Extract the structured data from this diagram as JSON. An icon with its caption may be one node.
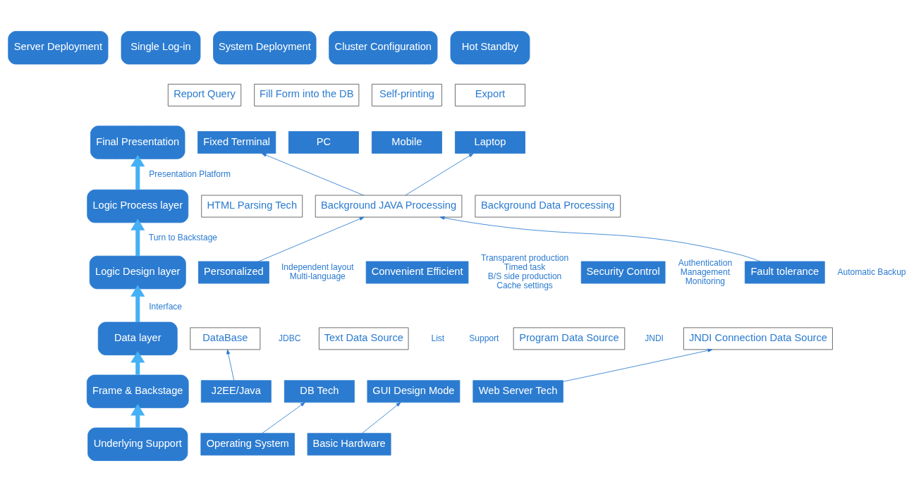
{
  "diagram": {
    "nodes": [
      {
        "text": [
          "Server Deployment"
        ]
      },
      {
        "text": [
          "Single Log-in"
        ]
      },
      {
        "text": [
          "System Deployment"
        ]
      },
      {
        "text": [
          "Cluster Configuration"
        ]
      },
      {
        "text": [
          "Hot Standby"
        ]
      },
      {
        "text": [
          "Final Presentation"
        ]
      },
      {
        "text": [
          "Report Query"
        ]
      },
      {
        "text": [
          "Fill Form into the DB"
        ]
      },
      {
        "text": [
          "Self-printing"
        ]
      },
      {
        "text": [
          "Export"
        ]
      },
      {
        "text": [
          "Fixed Terminal"
        ]
      },
      {
        "text": [
          "PC"
        ]
      },
      {
        "text": [
          "Mobile"
        ]
      },
      {
        "text": [
          "Laptop"
        ]
      },
      {
        "text": [
          "Logic Process layer"
        ]
      },
      {
        "text": [
          "HTML Parsing Tech"
        ]
      },
      {
        "text": [
          "Background JAVA Processing"
        ]
      },
      {
        "text": [
          "Background Data Processing"
        ]
      },
      {
        "text": [
          "Logic Design layer"
        ]
      },
      {
        "text": [
          "Personalized"
        ],
        "beside": [
          "Independent layout",
          "Multi-language"
        ]
      },
      {
        "text": [
          "Convenient Efficient"
        ],
        "beside": [
          "Transparent production",
          "Timed task",
          "B/S side production",
          "Cache settings"
        ]
      },
      {
        "text": [
          "Security Control"
        ],
        "beside": [
          "Authentication",
          "Management",
          "Monitoring"
        ]
      },
      {
        "text": [
          "Fault tolerance"
        ],
        "beside": [
          "Automatic Backup"
        ]
      },
      {
        "text": [
          "Data layer"
        ]
      },
      {
        "text": [
          "DataBase"
        ]
      },
      {
        "text": [
          "Text Data Source"
        ]
      },
      {
        "text": [
          "Program Data Source"
        ]
      },
      {
        "text": [
          "JNDI Connection Data Source"
        ]
      },
      {
        "text": [
          "Frame & Backstage"
        ]
      },
      {
        "text": [
          "J2EE/Java"
        ]
      },
      {
        "text": [
          "DB Tech"
        ]
      },
      {
        "text": [
          "GUI Design Mode"
        ]
      },
      {
        "text": [
          "Web Server Tech"
        ]
      },
      {
        "text": [
          "Underlying Support"
        ]
      },
      {
        "text": [
          "Operating System"
        ]
      },
      {
        "text": [
          "Basic Hardware"
        ]
      }
    ],
    "edges": [
      {
        "from": 33,
        "to": 28,
        "arrow": "to",
        "style": "thick",
        "color": "#45b0f5"
      },
      {
        "from": 28,
        "to": 23,
        "arrow": "to",
        "style": "thick",
        "color": "#45b0f5"
      },
      {
        "from": 23,
        "to": 18,
        "arrow": "to",
        "style": "thick",
        "color": "#45b0f5",
        "label": "Interface"
      },
      {
        "from": 18,
        "to": 14,
        "arrow": "to",
        "style": "thick",
        "color": "#45b0f5",
        "label": "Turn to Backstage"
      },
      {
        "from": 14,
        "to": 5,
        "arrow": "to",
        "style": "thick",
        "color": "#45b0f5",
        "label": "Presentation Platform"
      },
      {
        "from": 16,
        "to": 10,
        "arrow": "to"
      },
      {
        "from": 16,
        "to": 13,
        "arrow": "to"
      },
      {
        "from": 19,
        "to": 16,
        "arrow": "to"
      },
      {
        "from": 22,
        "to": 16,
        "arrow": "to"
      },
      {
        "from": 29,
        "to": 24,
        "arrow": "to"
      },
      {
        "from": 32,
        "to": 27,
        "arrow": "to"
      },
      {
        "from": 34,
        "to": 30,
        "arrow": "to"
      },
      {
        "from": 35,
        "to": 31,
        "arrow": "to"
      }
    ],
    "labels": [
      "JDBC",
      "List",
      "JNDI",
      "Support"
    ]
  }
}
